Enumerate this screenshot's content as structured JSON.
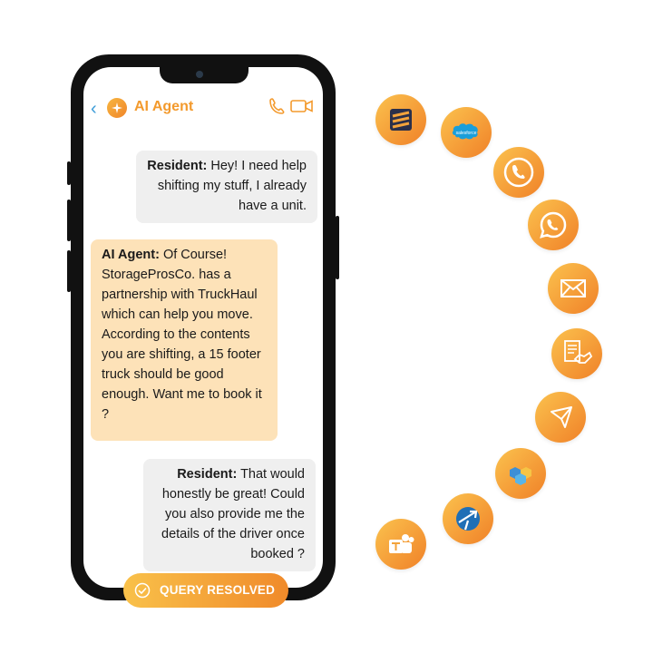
{
  "header": {
    "back_icon": "chevron-left-icon",
    "agent_name": "AI Agent",
    "call_icon": "phone-icon",
    "video_icon": "video-camera-icon"
  },
  "messages": [
    {
      "sender": "Resident:",
      "text": "Hey! I need help shifting my stuff, I already have a unit."
    },
    {
      "sender": "AI Agent:",
      "text": "Of Course! StorageProsCo. has a partnership with TruckHaul which can help you move. According to the contents you are shifting, a 15 footer truck should be good enough. Want me to book it ?"
    },
    {
      "sender": "Resident:",
      "text": "That would honestly be great! Could you also provide me the details of the driver once booked ?"
    }
  ],
  "status_button": {
    "label": "QUERY RESOLVED",
    "icon": "check-circle-icon"
  },
  "integrations": [
    {
      "icon": "stack-logo-icon"
    },
    {
      "icon": "salesforce-icon",
      "label": "salesforce"
    },
    {
      "icon": "phone-call-icon"
    },
    {
      "icon": "whatsapp-icon"
    },
    {
      "icon": "email-icon"
    },
    {
      "icon": "contract-handshake-icon"
    },
    {
      "icon": "send-icon"
    },
    {
      "icon": "cubes-icon"
    },
    {
      "icon": "globe-arrow-icon"
    },
    {
      "icon": "teams-icon"
    }
  ],
  "colors": {
    "accent": "#f39a2d",
    "agent_bubble": "#fde2b8",
    "user_bubble": "#efefef",
    "back": "#3a9bd8"
  }
}
